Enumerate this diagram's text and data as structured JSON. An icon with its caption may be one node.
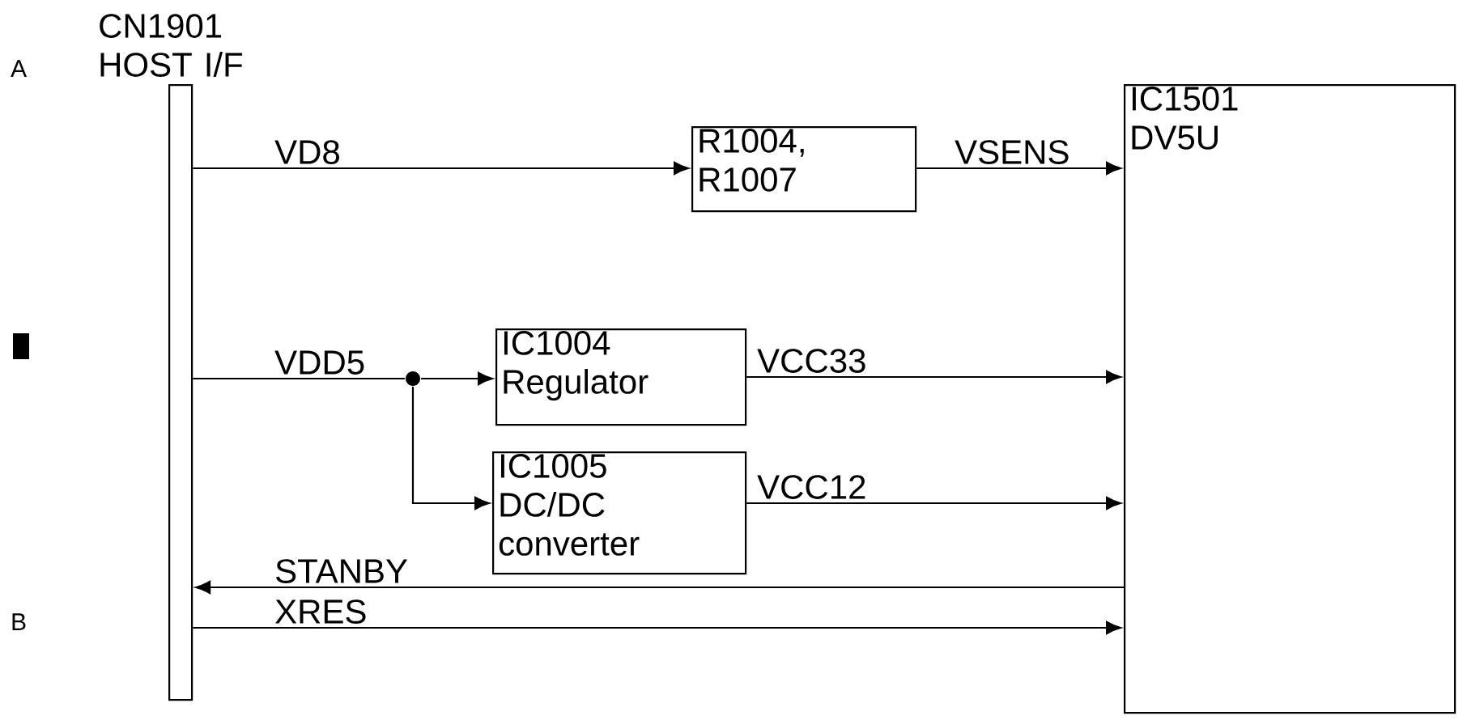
{
  "diagram": {
    "nodes": [
      {
        "text": [
          "CN1901 HOST I/F"
        ]
      },
      {
        "text": [
          "R1004, R1007"
        ]
      },
      {
        "text": [
          "IC1501 DV5U"
        ]
      },
      {
        "text": [
          "IC1004 Regulator"
        ]
      },
      {
        "text": [
          "IC1005 DC/DC converter"
        ]
      },
      {
        "text": [],
        "shape": "circle"
      }
    ],
    "edges": [
      {
        "from": 0,
        "to": 1,
        "arrow": "to",
        "label": "VD8"
      },
      {
        "from": 1,
        "to": 2,
        "arrow": "to",
        "label": "VSENS"
      },
      {
        "from": 0,
        "to": 5,
        "arrow": "none",
        "label": "VDD5"
      },
      {
        "from": 5,
        "to": 3,
        "arrow": "to"
      },
      {
        "from": 5,
        "to": 4,
        "arrow": "to"
      },
      {
        "from": 3,
        "to": 2,
        "arrow": "to",
        "label": "VCC33"
      },
      {
        "from": 4,
        "to": 2,
        "arrow": "to",
        "label": "VCC12"
      },
      {
        "from": 2,
        "to": 0,
        "arrow": "to",
        "label": "STANBY"
      },
      {
        "from": 0,
        "to": 2,
        "arrow": "to",
        "label": "XRES"
      }
    ],
    "labels": [
      "A",
      "B"
    ]
  }
}
